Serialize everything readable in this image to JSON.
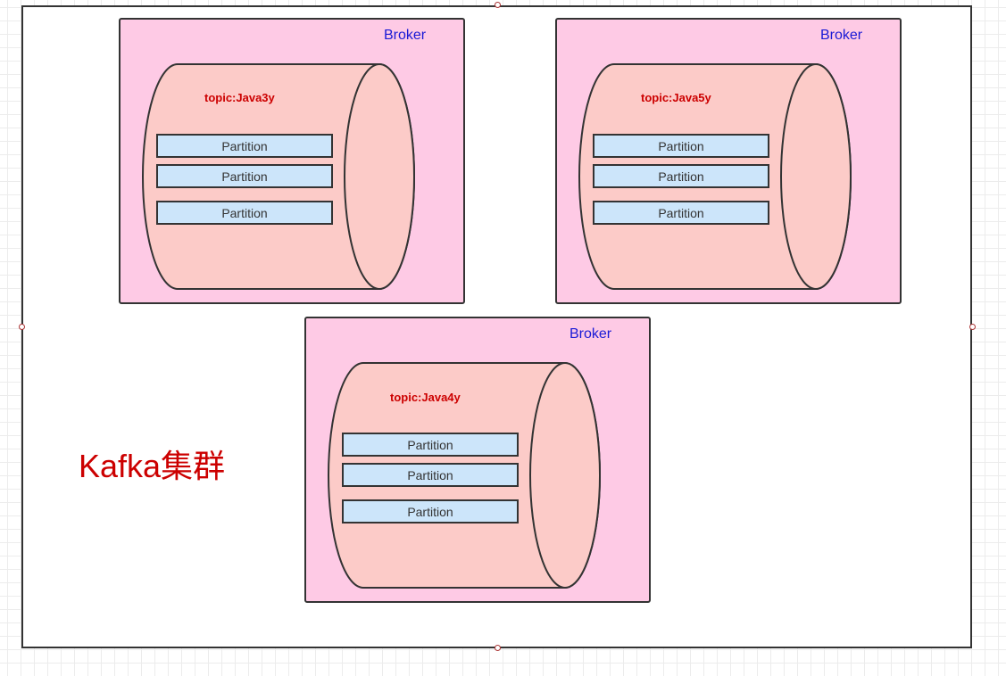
{
  "cluster": {
    "title": "Kafka集群"
  },
  "brokers": [
    {
      "label": "Broker",
      "topic": "topic:Java3y",
      "partitions": [
        "Partition",
        "Partition",
        "Partition"
      ]
    },
    {
      "label": "Broker",
      "topic": "topic:Java5y",
      "partitions": [
        "Partition",
        "Partition",
        "Partition"
      ]
    },
    {
      "label": "Broker",
      "topic": "topic:Java4y",
      "partitions": [
        "Partition",
        "Partition",
        "Partition"
      ]
    }
  ],
  "colors": {
    "broker_fill": "#fecae5",
    "cylinder_fill": "#fccbc8",
    "partition_fill": "#cce5fa",
    "broker_label": "#1a1ad6",
    "topic_label": "#cc0000",
    "cluster_title": "#cc0000"
  }
}
